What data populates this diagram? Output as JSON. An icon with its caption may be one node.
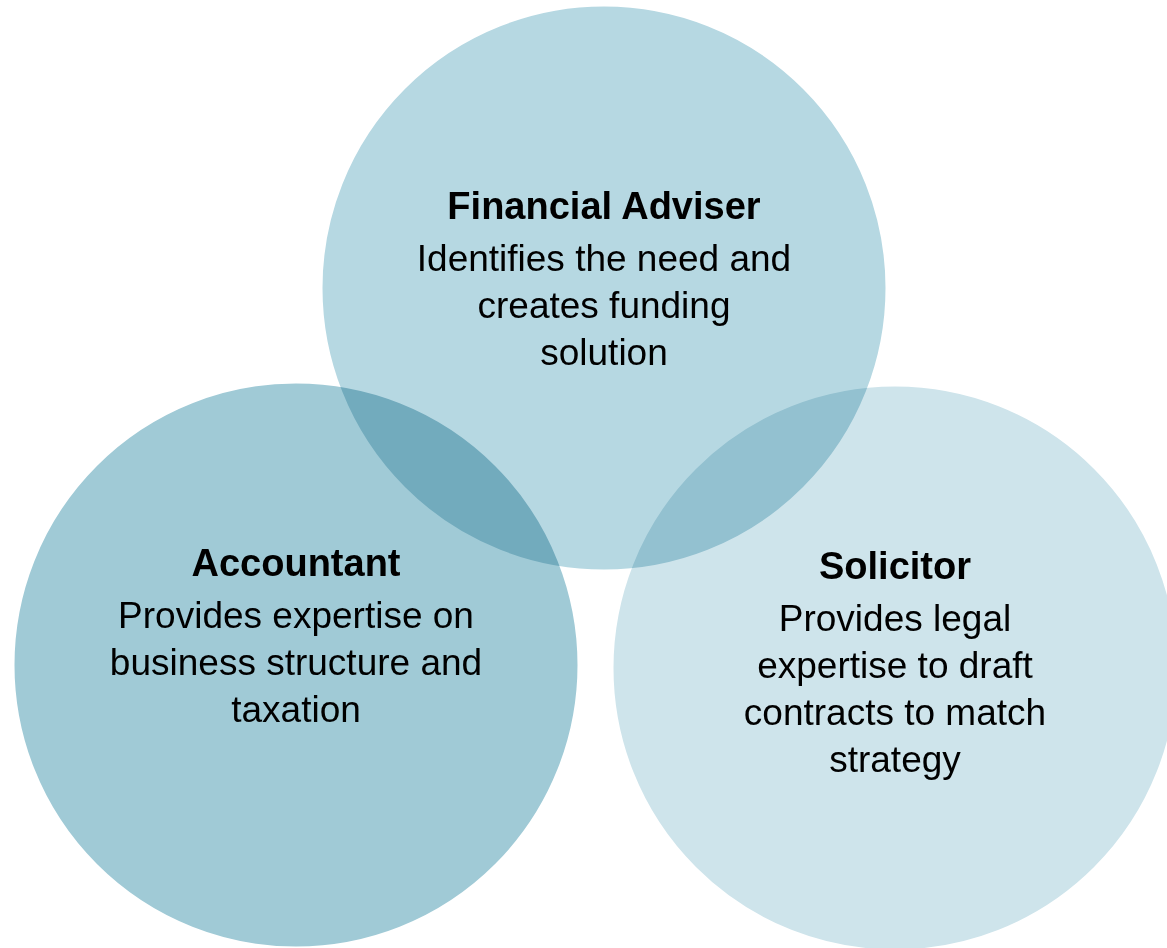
{
  "diagram": {
    "nodes": [
      {
        "text": [
          "Financial Adviser",
          "Identifies the need and creates funding solution"
        ]
      },
      {
        "text": [
          "Accountant",
          "Provides expertise on business structure and taxation"
        ]
      },
      {
        "text": [
          "Solicitor",
          "Provides legal expertise to draft contracts to match strategy"
        ]
      }
    ]
  }
}
